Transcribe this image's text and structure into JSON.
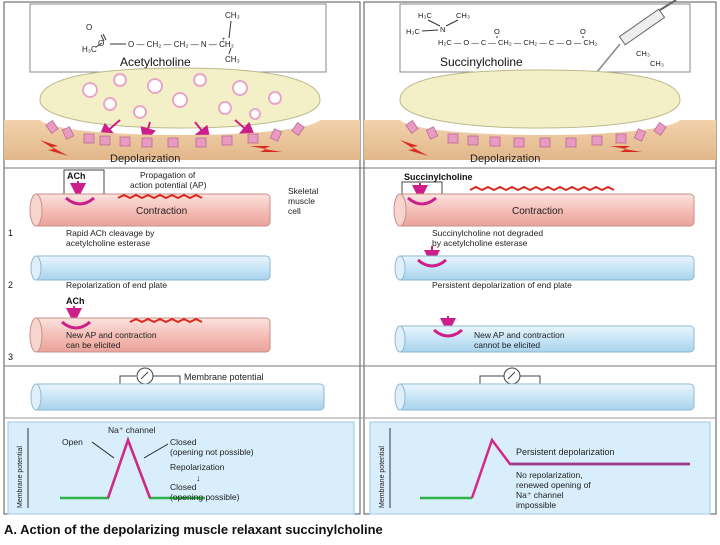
{
  "left": {
    "molecule_name": "Acetylcholine",
    "depolarization": "Depolarization",
    "ach1": "ACh",
    "propagation": [
      "Propagation of",
      "action potential (AP)"
    ],
    "contraction": "Contraction",
    "skeletal": [
      "Skeletal",
      "muscle",
      "cell"
    ],
    "step1": [
      "Rapid ACh cleavage by",
      "acetylcholine esterase"
    ],
    "step2": "Repolarization of end plate",
    "ach3": "ACh",
    "step3": [
      "New AP and contraction",
      "can be elicited"
    ],
    "membrane_potential": "Membrane potential",
    "graph_ylabel": "Membrane potential",
    "na_channel": "Na⁺ channel",
    "open": "Open",
    "closed1": [
      "Closed",
      "(opening not possible)"
    ],
    "repolarization": "Repolarization",
    "closed2": [
      "Closed",
      "(opening possible)"
    ]
  },
  "right": {
    "molecule_name": "Succinylcholine",
    "depolarization": "Depolarization",
    "drug_label": "Succinylcholine",
    "contraction": "Contraction",
    "step1": [
      "Succinylcholine not degraded",
      "by acetylcholine esterase"
    ],
    "step2": "Persistent depolarization of end plate",
    "step3": [
      "New AP and contraction",
      "cannot be elicited"
    ],
    "graph_ylabel": "Membrane potential",
    "persistent": "Persistent depolarization",
    "no_repol": [
      "No repolarization,",
      "renewed opening of",
      "Na⁺ channel",
      "impossible"
    ]
  },
  "numbers": [
    "1",
    "2",
    "3"
  ],
  "caption": "A. Action of the depolarizing muscle relaxant succinylcholine",
  "colors": {
    "panel_border": "#555555",
    "vesicle_bulb": "#f3f0c8",
    "muscle_tan": "#e8c49a",
    "receptor_pink": "#e89ac0",
    "arrow_magenta": "#cc1f8a",
    "cell_pink": "#f5c3bd",
    "cell_blue": "#c9e6f7",
    "graph_green": "#2fb14a",
    "graph_magenta": "#d6278a",
    "graph_purple": "#9b3a8f",
    "bolt_red": "#d92b20"
  }
}
